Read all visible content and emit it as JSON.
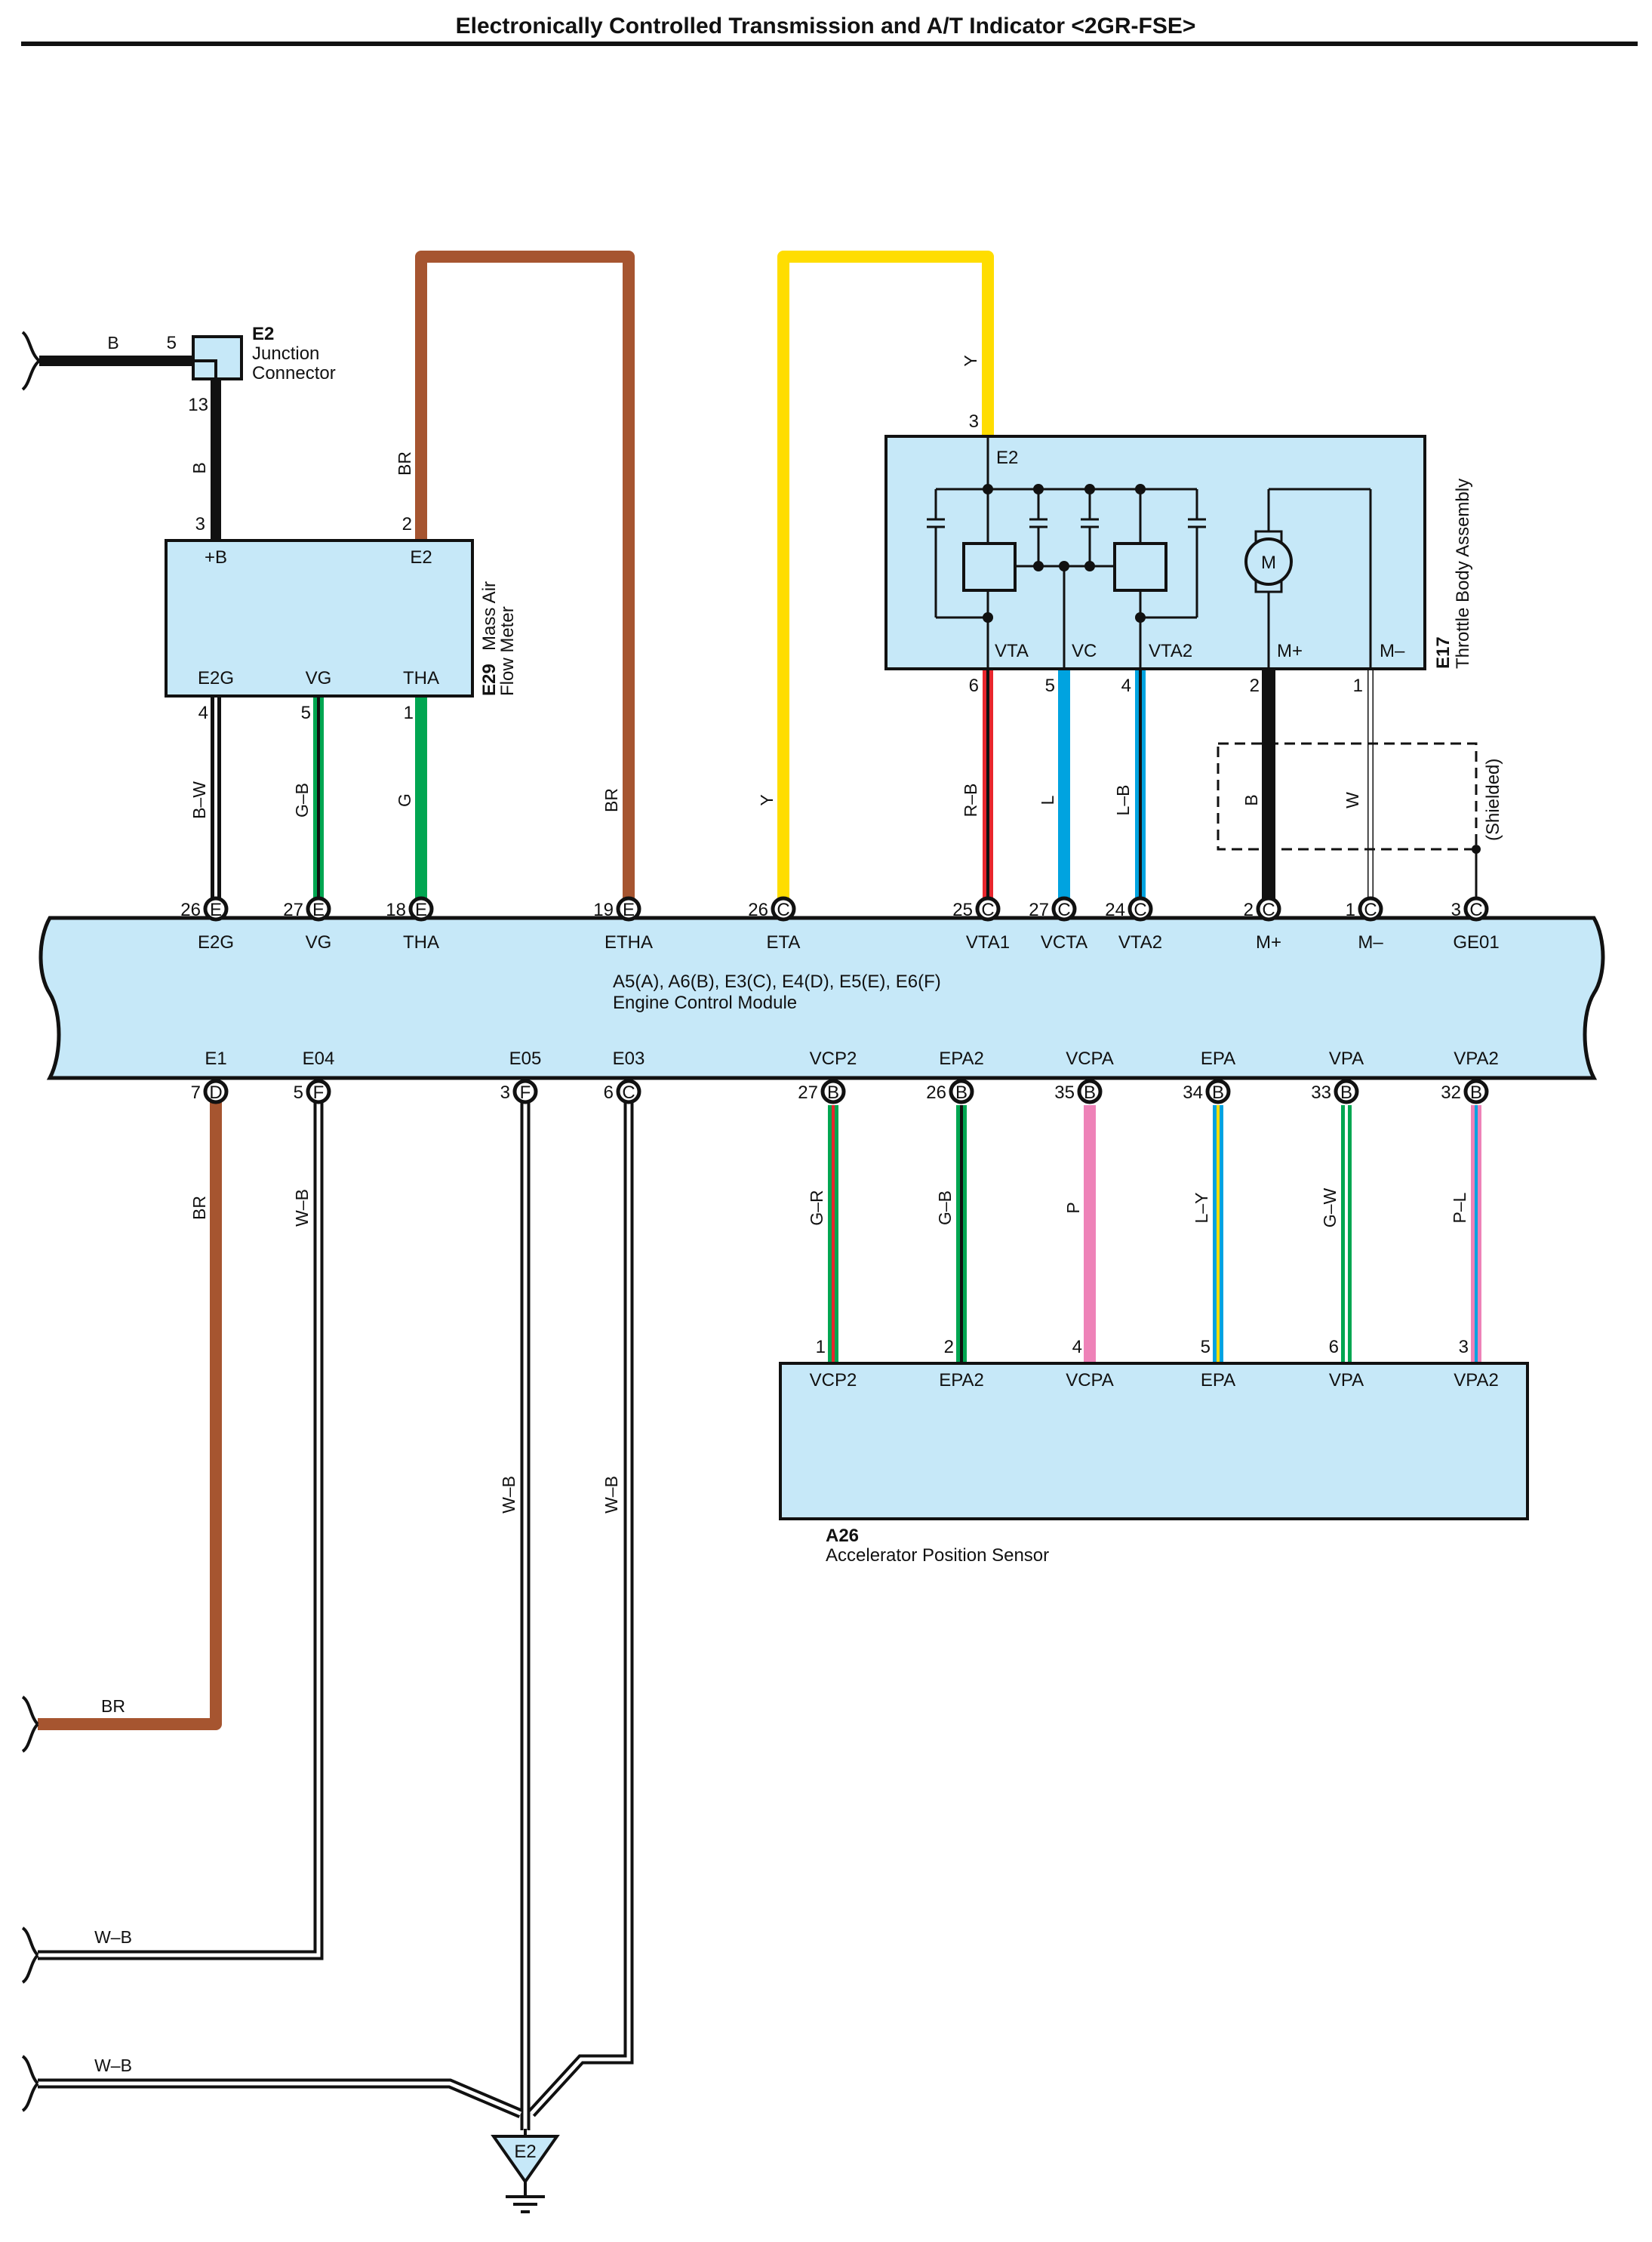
{
  "title": "Electronically Controlled Transmission and A/T Indicator <2GR-FSE>",
  "junction": {
    "code": "E2",
    "name1": "Junction",
    "name2": "Connector"
  },
  "maf": {
    "code": "E29",
    "name1": "Mass Air",
    "name2": "Flow Meter",
    "pins": {
      "pb": "+B",
      "e2": "E2",
      "e2g": "E2G",
      "vg": "VG",
      "tha": "THA"
    }
  },
  "throttle": {
    "code": "E17",
    "name": "Throttle Body Assembly",
    "e2": "E2",
    "motor": "M",
    "pins": {
      "vta": "VTA",
      "vc": "VC",
      "vta2": "VTA2",
      "mp": "M+",
      "mm": "M–"
    }
  },
  "shielded": "(Shielded)",
  "ecm": {
    "codes": "A5(A), A6(B), E3(C), E4(D), E5(E), E6(F)",
    "name": "Engine Control Module"
  },
  "ecm_top": [
    {
      "num": "26",
      "conn": "E",
      "name": "E2G"
    },
    {
      "num": "27",
      "conn": "E",
      "name": "VG"
    },
    {
      "num": "18",
      "conn": "E",
      "name": "THA"
    },
    {
      "num": "19",
      "conn": "E",
      "name": "ETHA"
    },
    {
      "num": "26",
      "conn": "C",
      "name": "ETA"
    },
    {
      "num": "25",
      "conn": "C",
      "name": "VTA1"
    },
    {
      "num": "27",
      "conn": "C",
      "name": "VCTA"
    },
    {
      "num": "24",
      "conn": "C",
      "name": "VTA2"
    },
    {
      "num": "2",
      "conn": "C",
      "name": "M+"
    },
    {
      "num": "1",
      "conn": "C",
      "name": "M–"
    },
    {
      "num": "3",
      "conn": "C",
      "name": "GE01"
    }
  ],
  "ecm_bottom": [
    {
      "num": "7",
      "conn": "D",
      "name": "E1"
    },
    {
      "num": "5",
      "conn": "F",
      "name": "E04"
    },
    {
      "num": "3",
      "conn": "F",
      "name": "E05"
    },
    {
      "num": "6",
      "conn": "C",
      "name": "E03"
    },
    {
      "num": "27",
      "conn": "B",
      "name": "VCP2"
    },
    {
      "num": "26",
      "conn": "B",
      "name": "EPA2"
    },
    {
      "num": "35",
      "conn": "B",
      "name": "VCPA"
    },
    {
      "num": "34",
      "conn": "B",
      "name": "EPA"
    },
    {
      "num": "33",
      "conn": "B",
      "name": "VPA"
    },
    {
      "num": "32",
      "conn": "B",
      "name": "VPA2"
    }
  ],
  "aps": {
    "code": "A26",
    "name": "Accelerator Position Sensor",
    "pins": [
      {
        "num": "1",
        "name": "VCP2"
      },
      {
        "num": "2",
        "name": "EPA2"
      },
      {
        "num": "4",
        "name": "VCPA"
      },
      {
        "num": "5",
        "name": "EPA"
      },
      {
        "num": "6",
        "name": "VPA"
      },
      {
        "num": "3",
        "name": "VPA2"
      }
    ]
  },
  "ground": "E2",
  "wires": {
    "b": "B",
    "br": "BR",
    "y": "Y",
    "bw": "B–W",
    "gb": "G–B",
    "g": "G",
    "rb": "R–B",
    "l": "L",
    "lb": "L–B",
    "w": "W",
    "wb": "W–B",
    "gr": "G–R",
    "p": "P",
    "ly": "L–Y",
    "gw": "G–W",
    "pl": "P–L"
  },
  "pins": {
    "j5": "5",
    "j13": "13",
    "m3": "3",
    "m2": "2",
    "m4": "4",
    "m5": "5",
    "m1": "1",
    "t3": "3",
    "t6": "6",
    "t5": "5",
    "t4": "4",
    "t2": "2",
    "t1": "1"
  },
  "colors": {
    "black": "#111111",
    "brown": "#a65530",
    "yellow": "#ffdd00",
    "green": "#00a651",
    "red": "#e8262d",
    "blue": "#00a3e0",
    "pink": "#ee82b8",
    "box": "#c6e8f8"
  }
}
